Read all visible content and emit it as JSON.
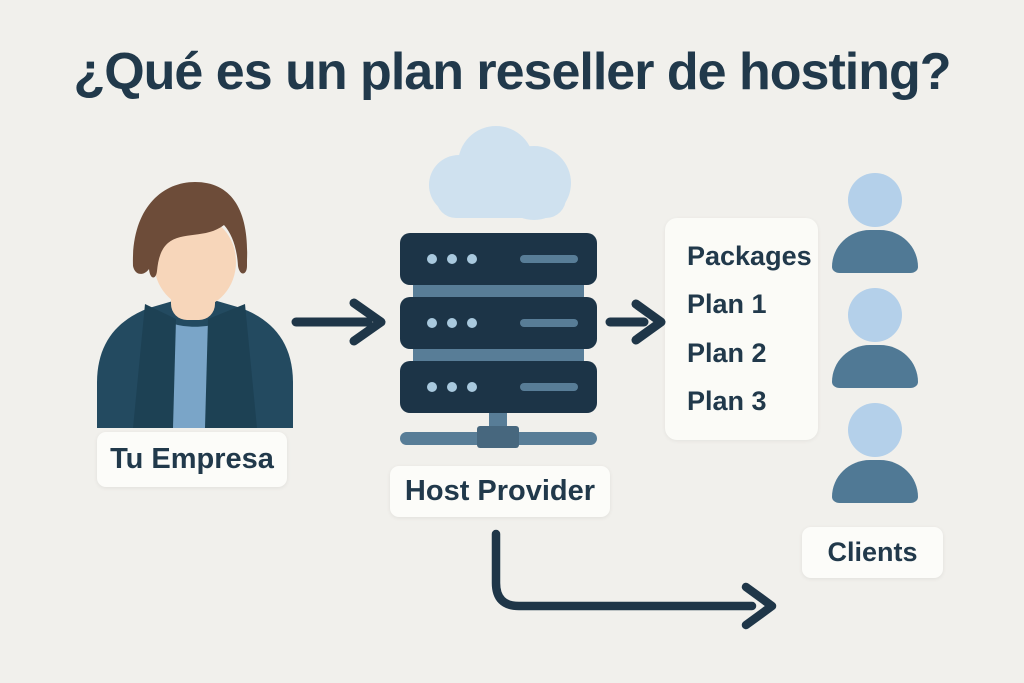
{
  "title": "¿Qué es un plan reseller de hosting?",
  "labels": {
    "company": "Tu Empresa",
    "host": "Host Provider",
    "clients": "Clients"
  },
  "packages": [
    "Packages",
    "Plan 1",
    "Plan 2",
    "Plan 3"
  ],
  "icons": {
    "businessman": "businessman-icon",
    "cloud": "cloud-icon",
    "server_stack": "server-stack-icon",
    "clients": [
      "person-icon",
      "person-icon",
      "person-icon"
    ],
    "arrows": [
      "arrow-right-icon",
      "arrow-right-icon",
      "arrow-down-right-icon"
    ]
  },
  "colors": {
    "background": "#f1f0ec",
    "title_text": "#21394b",
    "arrow": "#1f3648",
    "label_background": "#fcfcf9",
    "server_body": "#1c3447",
    "server_accent": "#587d97",
    "server_dots": "#a9c9de",
    "cloud": "#cfe1ef",
    "client_head": "#b4d0ea",
    "client_body": "#507995",
    "person_jacket": "#234a60",
    "person_shirt": "#7aa5c8",
    "person_skin": "#f7d6ba",
    "person_hair": "#6d4c39"
  }
}
